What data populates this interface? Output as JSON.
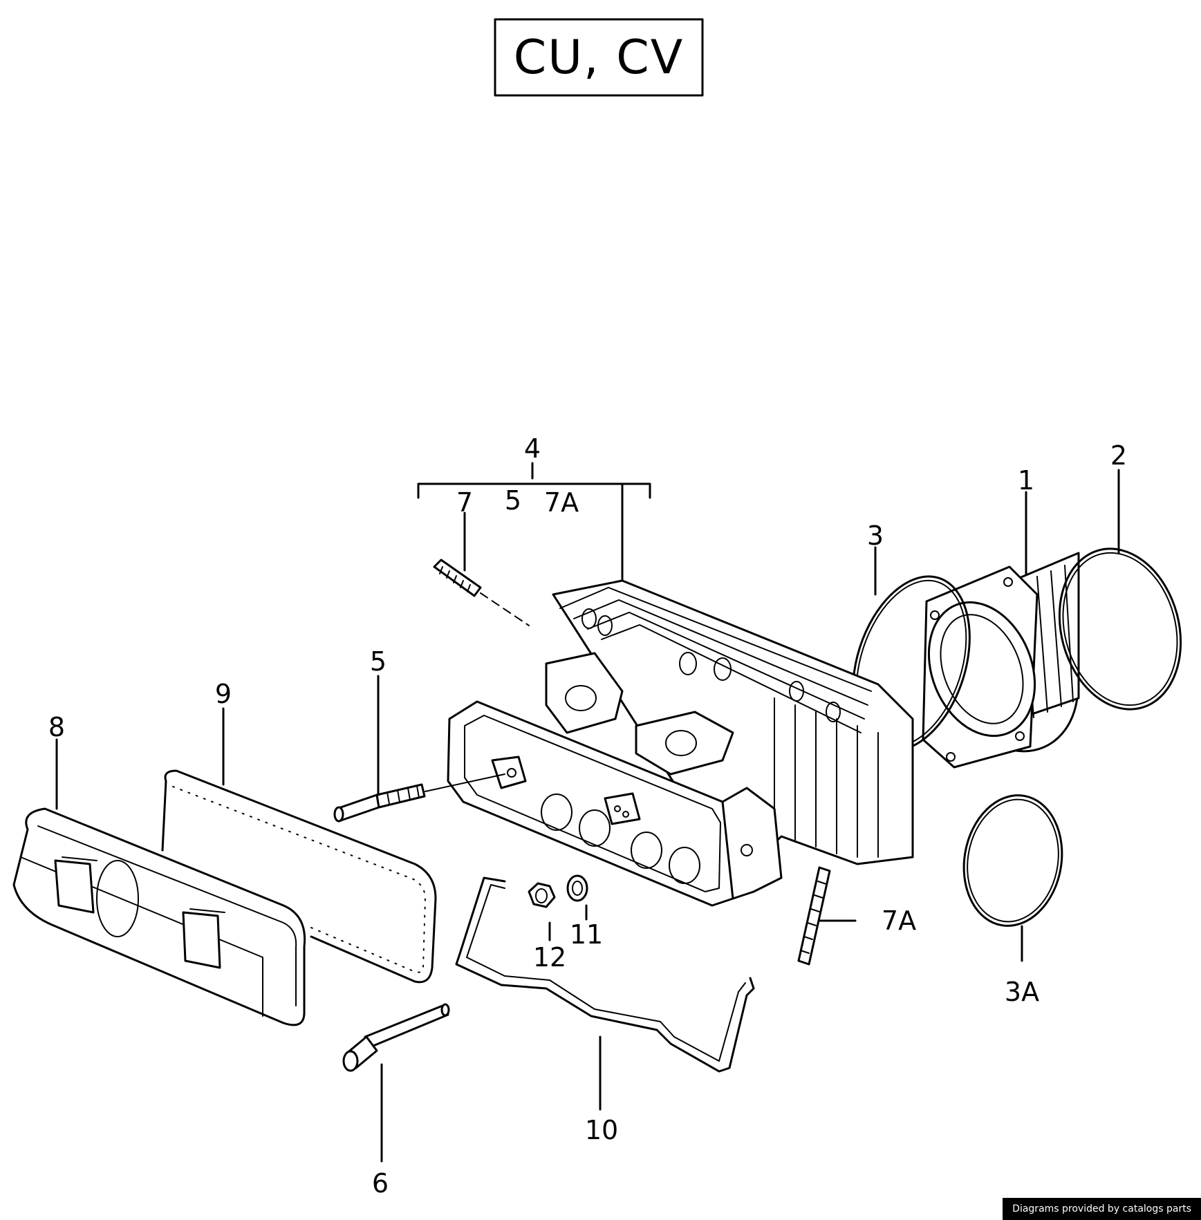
{
  "title": "CU, CV",
  "callouts": {
    "c1": "1",
    "c2": "2",
    "c3": "3",
    "c3a": "3A",
    "c4": "4",
    "c4_sub_7": "7",
    "c4_sub_5": "5",
    "c4_sub_7a": "7A",
    "c5": "5",
    "c6": "6",
    "c7a": "7A",
    "c8": "8",
    "c9": "9",
    "c10": "10",
    "c11": "11",
    "c12": "12"
  },
  "credit": "Diagrams provided by catalogs parts"
}
